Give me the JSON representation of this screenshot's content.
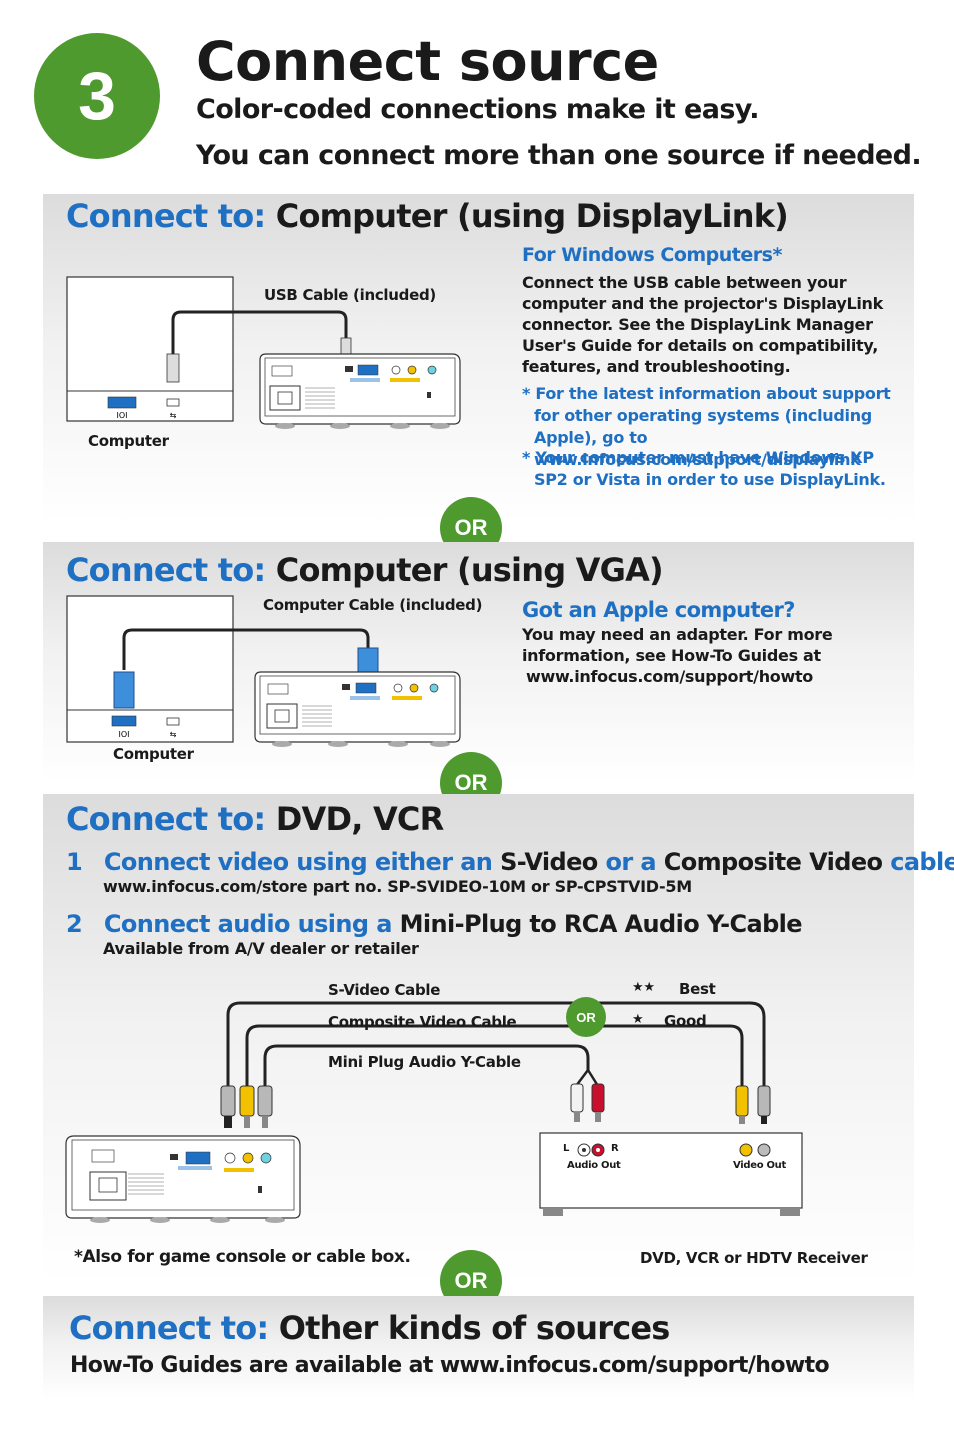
{
  "header": {
    "step_number": "3",
    "title": "Connect source",
    "subtitle_line1": "Color-coded connections make it easy.",
    "subtitle_line2": "You can connect more than one source if needed."
  },
  "or_label": "OR",
  "section_displaylink": {
    "lead": "Connect to:",
    "title": "Computer (using DisplayLink)",
    "cable_label": "USB Cable (included)",
    "computer_label": "Computer",
    "windows_heading": "For Windows Computers*",
    "windows_body": "Connect the USB cable between your computer and the projector's DisplayLink connector. See the DisplayLink Manager User's Guide for details on compatibility, features, and troubleshooting.",
    "note1": "* For the latest information about support for other operating systems (including Apple), go to www.infocus.com/support/displaylink",
    "note2": "* Your computer must have Windows XP SP2 or Vista in order to use DisplayLink."
  },
  "section_vga": {
    "lead": "Connect to:",
    "title": "Computer (using VGA)",
    "cable_label": "Computer Cable (included)",
    "computer_label": "Computer",
    "apple_heading": "Got an Apple computer?",
    "apple_body": "You may need an adapter. For more information, see How-To Guides at",
    "apple_url": "www.infocus.com/support/howto"
  },
  "section_dvd": {
    "lead": "Connect to:",
    "title": "DVD, VCR",
    "step1_num": "1",
    "step1_a": "Connect video using either an",
    "step1_b": "S-Video",
    "step1_c": "or a",
    "step1_d": "Composite Video",
    "step1_e": "cable",
    "step1_sub": "www.infocus.com/store part no. SP-SVIDEO-10M or SP-CPSTVID-5M",
    "step2_num": "2",
    "step2_a": "Connect audio using a",
    "step2_b": "Mini-Plug to RCA Audio Y-Cable",
    "step2_sub": "Available from A/V dealer or retailer",
    "svideo_cable": "S-Video Cable",
    "composite_cable": "Composite Video Cable",
    "audio_cable": "Mini Plug Audio Y-Cable",
    "best_stars": "★★",
    "best_label": "Best",
    "good_stars": "★",
    "good_label": "Good",
    "audio_out": "Audio Out",
    "video_out": "Video Out",
    "left_ch": "L",
    "right_ch": "R",
    "footnote": "*Also for game console or cable box.",
    "device_label": "DVD, VCR or HDTV Receiver"
  },
  "section_other": {
    "lead": "Connect to:",
    "title": "Other kinds of sources",
    "body": "How-To Guides are available at www.infocus.com/support/howto"
  },
  "colors": {
    "brand_green": "#4e9a2e",
    "accent_blue": "#1f6fc2",
    "composite_yellow": "#f2c200",
    "audio_red": "#c8102e"
  }
}
